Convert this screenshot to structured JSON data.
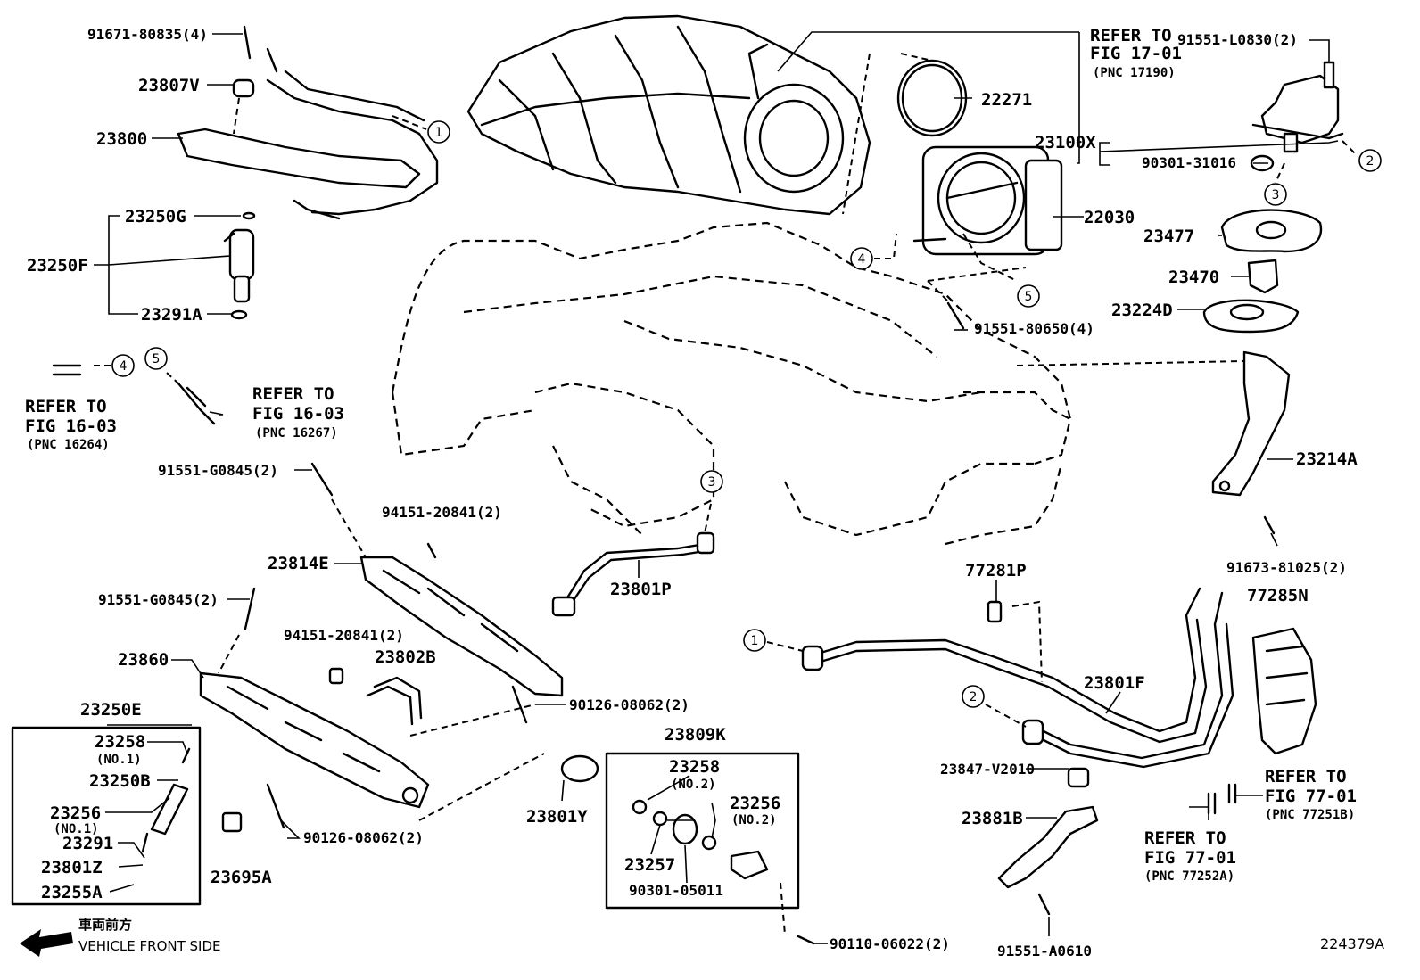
{
  "diagram_id": "224379A",
  "vehicle_front": {
    "japanese": "車両前方",
    "english": "VEHICLE FRONT SIDE"
  },
  "labels": {
    "p91671_80835": "91671-80835(4)",
    "p23807V": "23807V",
    "p23800": "23800",
    "p23250G": "23250G",
    "p23250F": "23250F",
    "p23291A": "23291A",
    "p91551_G0845_top": "91551-G0845(2)",
    "p94151_20841_a": "94151-20841(2)",
    "p23814E": "23814E",
    "p91551_G0845_mid": "91551-G0845(2)",
    "p94151_20841_b": "94151-20841(2)",
    "p23802B": "23802B",
    "p23860": "23860",
    "p23250E": "23250E",
    "p23258_no1": "23258",
    "p23258_no1_sub": "(NO.1)",
    "p23250B": "23250B",
    "p23256_no1": "23256",
    "p23256_no1_sub": "(NO.1)",
    "p23291": "23291",
    "p23801Z": "23801Z",
    "p23255A": "23255A",
    "p23695A": "23695A",
    "p90126_08062_a": "90126-08062(2)",
    "p90126_08062_b": "90126-08062(2)",
    "p23801Y": "23801Y",
    "p23801P": "23801P",
    "p23809K": "23809K",
    "p23258_no2": "23258",
    "p23258_no2_sub": "(NO.2)",
    "p23256_no2": "23256",
    "p23256_no2_sub": "(NO.2)",
    "p23257": "23257",
    "p90301_05011": "90301-05011",
    "p90110_06022": "90110-06022(2)",
    "p22271": "22271",
    "p22030": "22030",
    "p91551_80650": "91551-80650(4)",
    "p91551_L0830": "91551-L0830(2)",
    "p23100X": "23100X",
    "p90301_31016": "90301-31016",
    "p23477": "23477",
    "p23470": "23470",
    "p23224D": "23224D",
    "p23214A": "23214A",
    "p91673_81025": "91673-81025(2)",
    "p77281P": "77281P",
    "p77285N": "77285N",
    "p23801F": "23801F",
    "p23847_V2010": "23847-V2010",
    "p23881B": "23881B",
    "p91551_A0610": "91551-A0610"
  },
  "refs": {
    "fig17_top": [
      "REFER TO",
      "FIG 17-01",
      "(PNC 17190)"
    ],
    "fig16_a": [
      "REFER TO",
      "FIG 16-03",
      "(PNC 16264)"
    ],
    "fig16_b": [
      "REFER TO",
      "FIG 16-03",
      "(PNC 16267)"
    ],
    "fig77_a": [
      "REFER TO",
      "FIG 77-01",
      "(PNC 77251B)"
    ],
    "fig77_b": [
      "REFER TO",
      "FIG 77-01",
      "(PNC 77252A)"
    ]
  },
  "callouts": [
    "1",
    "2",
    "3",
    "4",
    "5"
  ]
}
